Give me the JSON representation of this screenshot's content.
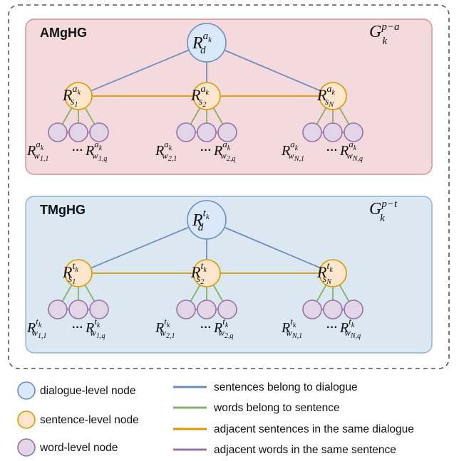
{
  "panels": [
    {
      "id": "amghg",
      "title": "AMgHG",
      "graph_label": {
        "base": "G",
        "sup": "p−a",
        "sub": "k"
      },
      "dialogue_label": {
        "base": "R",
        "sub": "d",
        "sup_main": "a",
        "sup_sub": "k"
      },
      "sent_sup": "a",
      "sentence_subs": [
        "s",
        "s",
        "s"
      ],
      "sentence_sub_idx": [
        "1",
        "2",
        "N"
      ],
      "word_labels": [
        [
          "w",
          "1,1"
        ],
        [
          "w",
          "1,q"
        ],
        [
          "w",
          "2,1"
        ],
        [
          "w",
          "2,q"
        ],
        [
          "w",
          "N,1"
        ],
        [
          "w",
          "N,q"
        ]
      ],
      "fill": "#f4dadd",
      "stroke": "#d28f97"
    },
    {
      "id": "tmghg",
      "title": "TMgHG",
      "graph_label": {
        "base": "G",
        "sup": "p−t",
        "sub": "k"
      },
      "dialogue_label": {
        "base": "R",
        "sub": "d",
        "sup_main": "t",
        "sup_sub": "k"
      },
      "sent_sup": "t",
      "sentence_subs": [
        "s",
        "s",
        "s"
      ],
      "sentence_sub_idx": [
        "1",
        "2",
        "N"
      ],
      "word_labels": [
        [
          "w",
          "1,1"
        ],
        [
          "w",
          "1,q"
        ],
        [
          "w",
          "2,1"
        ],
        [
          "w",
          "2,q"
        ],
        [
          "w",
          "N,1"
        ],
        [
          "w",
          "N,q"
        ]
      ],
      "fill": "#dbe8f2",
      "stroke": "#8fb3cf"
    }
  ],
  "ellipsis": "···",
  "legend_nodes": [
    {
      "label": "dialogue-level node",
      "fill": "#dae8fc",
      "stroke": "#6c8ebf"
    },
    {
      "label": "sentence-level node",
      "fill": "#ffe6cc",
      "stroke": "#d79b00"
    },
    {
      "label": "word-level node",
      "fill": "#e1d5e7",
      "stroke": "#9673a6"
    }
  ],
  "legend_edges": [
    {
      "label": "sentences belong to dialogue",
      "color": "#6c8ebf"
    },
    {
      "label": "words belong to sentence",
      "color": "#82b366"
    },
    {
      "label": "adjacent sentences in the same dialogue",
      "color": "#d79b00"
    },
    {
      "label": "adjacent words in the same sentence",
      "color": "#9673a6"
    }
  ],
  "colors": {
    "dialogue_fill": "#dae8fc",
    "dialogue_stroke": "#6c8ebf",
    "sentence_fill": "#ffe6cc",
    "sentence_stroke": "#d79b00",
    "word_fill": "#e1d5e7",
    "word_stroke": "#9673a6",
    "edge_dialogue": "#6c8ebf",
    "edge_word": "#82b366",
    "edge_sentence": "#d79b00",
    "edge_adj_word": "#9673a6"
  }
}
